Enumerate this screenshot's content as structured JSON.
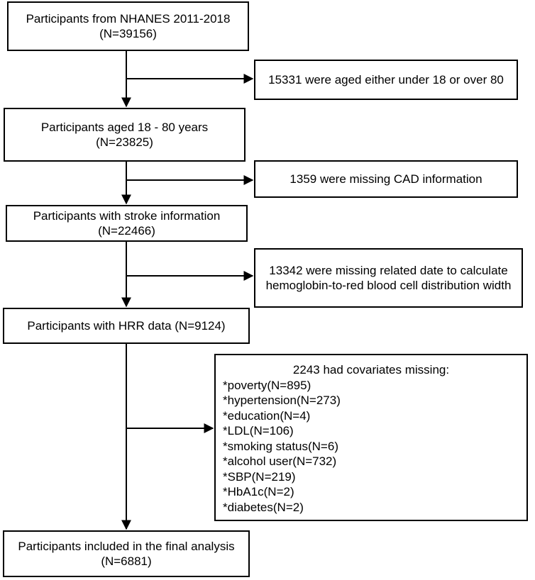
{
  "main_flow": [
    {
      "line1": "Participants from NHANES 2011-2018",
      "line2": "(N=39156)"
    },
    {
      "line1": "Participants aged 18 - 80 years",
      "line2": "(N=23825)"
    },
    {
      "line1": "Participants with stroke information",
      "line2": "(N=22466)"
    },
    {
      "line1": "Participants with HRR data (N=9124)"
    },
    {
      "line1": "Participants included in the final analysis",
      "line2": "(N=6881)"
    }
  ],
  "exclusions": [
    {
      "line1": "15331 were aged either under 18 or over 80"
    },
    {
      "line1": "1359 were missing CAD information"
    },
    {
      "line1": "13342 were missing related date to calculate",
      "line2": "hemoglobin-to-red blood cell distribution width"
    }
  ],
  "covariates": {
    "header": "2243 had covariates missing:",
    "items": [
      "*poverty(N=895)",
      "*hypertension(N=273)",
      "*education(N=4)",
      "*LDL(N=106)",
      "*smoking status(N=6)",
      "*alcohol user(N=732)",
      "*SBP(N=219)",
      "*HbA1c(N=2)",
      "*diabetes(N=2)"
    ]
  }
}
